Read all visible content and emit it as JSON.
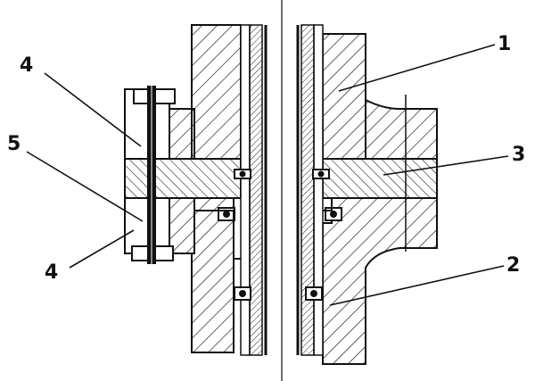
{
  "callouts": {
    "label_1": "1",
    "label_2": "2",
    "label_3": "3",
    "label_4_top": "4",
    "label_4_bottom": "4",
    "label_5": "5"
  },
  "colors": {
    "ink": "#111111",
    "hatch": "#222222",
    "background": "#ffffff"
  }
}
